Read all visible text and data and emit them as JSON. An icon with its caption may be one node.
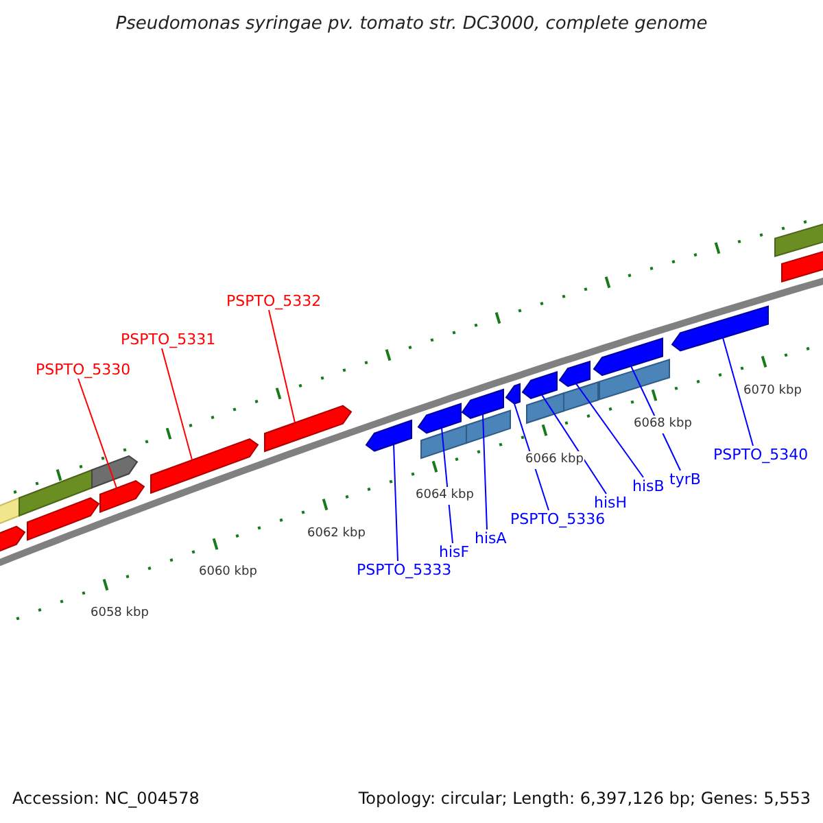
{
  "diagram": {
    "title": "Pseudomonas syringae pv. tomato str. DC3000, complete genome",
    "nodes": [
      {
        "text": [
          "PSPTO_5330"
        ]
      },
      {
        "text": [
          "PSPTO_5331"
        ]
      },
      {
        "text": [
          "PSPTO_5332"
        ]
      },
      {
        "text": [
          "PSPTO_5333"
        ]
      },
      {
        "text": [
          "hisF"
        ]
      },
      {
        "text": [
          "hisA"
        ]
      },
      {
        "text": [
          "PSPTO_5336"
        ]
      },
      {
        "text": [
          "hisH"
        ]
      },
      {
        "text": [
          "hisB"
        ]
      },
      {
        "text": [
          "tyrB"
        ]
      },
      {
        "text": [
          "PSPTO_5340"
        ]
      },
      {
        "text": [],
        "shape": "bar"
      },
      {
        "text": [],
        "shape": "bar"
      },
      {
        "text": [],
        "shape": "bar"
      },
      {
        "text": [],
        "shape": "bar"
      },
      {
        "text": [],
        "shape": "bar"
      },
      {
        "text": [],
        "shape": "bar"
      },
      {
        "text": [],
        "shape": "bar"
      },
      {
        "text": [],
        "shape": "bar"
      },
      {
        "text": [],
        "shape": "bar"
      },
      {
        "text": [],
        "shape": "bar"
      },
      {
        "text": [],
        "shape": "bar"
      }
    ],
    "edges": [
      {
        "from": 0,
        "to": 11,
        "arrow": "none",
        "color": "#ff0000"
      },
      {
        "from": 1,
        "to": 12,
        "arrow": "none",
        "color": "#ff0000"
      },
      {
        "from": 2,
        "to": 13,
        "arrow": "none",
        "color": "#ff0000"
      },
      {
        "from": 3,
        "to": 14,
        "arrow": "none"
      },
      {
        "from": 4,
        "to": 15,
        "arrow": "none"
      },
      {
        "from": 5,
        "to": 16,
        "arrow": "none"
      },
      {
        "from": 6,
        "to": 17,
        "arrow": "none"
      },
      {
        "from": 7,
        "to": 18,
        "arrow": "none"
      },
      {
        "from": 8,
        "to": 19,
        "arrow": "none"
      },
      {
        "from": 9,
        "to": 20,
        "arrow": "none"
      },
      {
        "from": 10,
        "to": 21,
        "arrow": "none"
      }
    ],
    "labels": [
      "6058 kbp",
      "6060 kbp",
      "6062 kbp",
      "6064 kbp",
      "6066 kbp",
      "6068 kbp",
      "6070 kbp",
      "Accession: NC_004578",
      "Topology: circular; Length: 6,397,126 bp; Genes: 5,553"
    ]
  }
}
